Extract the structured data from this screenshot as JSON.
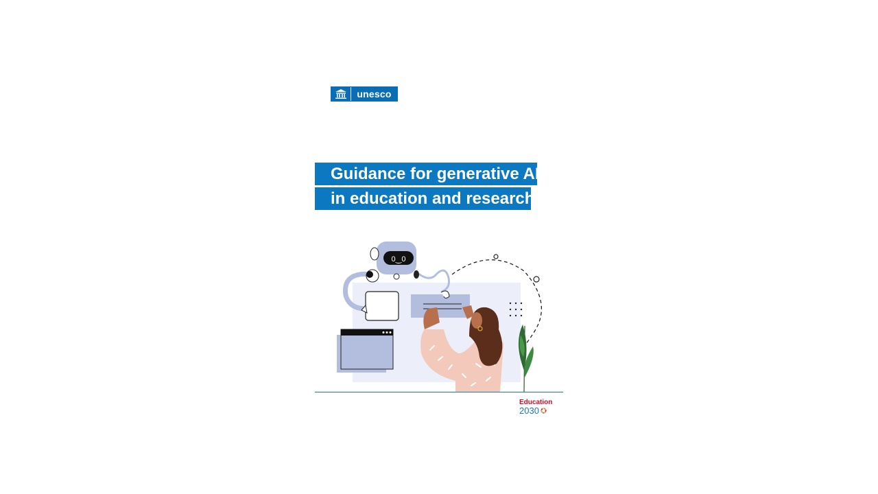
{
  "logo": {
    "org_name": "unesco",
    "brand_color": "#0a6eb4"
  },
  "title": {
    "line1": "Guidance for generative AI",
    "line2": "in education and research",
    "banner_color": "#0b78c1"
  },
  "illustration": {
    "robot_screen_text": "0‿0",
    "icon": "robot-and-student-illustration"
  },
  "footer_logo": {
    "line1": "Education",
    "line2": "2030",
    "top_color": "#c8102e",
    "bottom_color": "#1a78b4"
  }
}
